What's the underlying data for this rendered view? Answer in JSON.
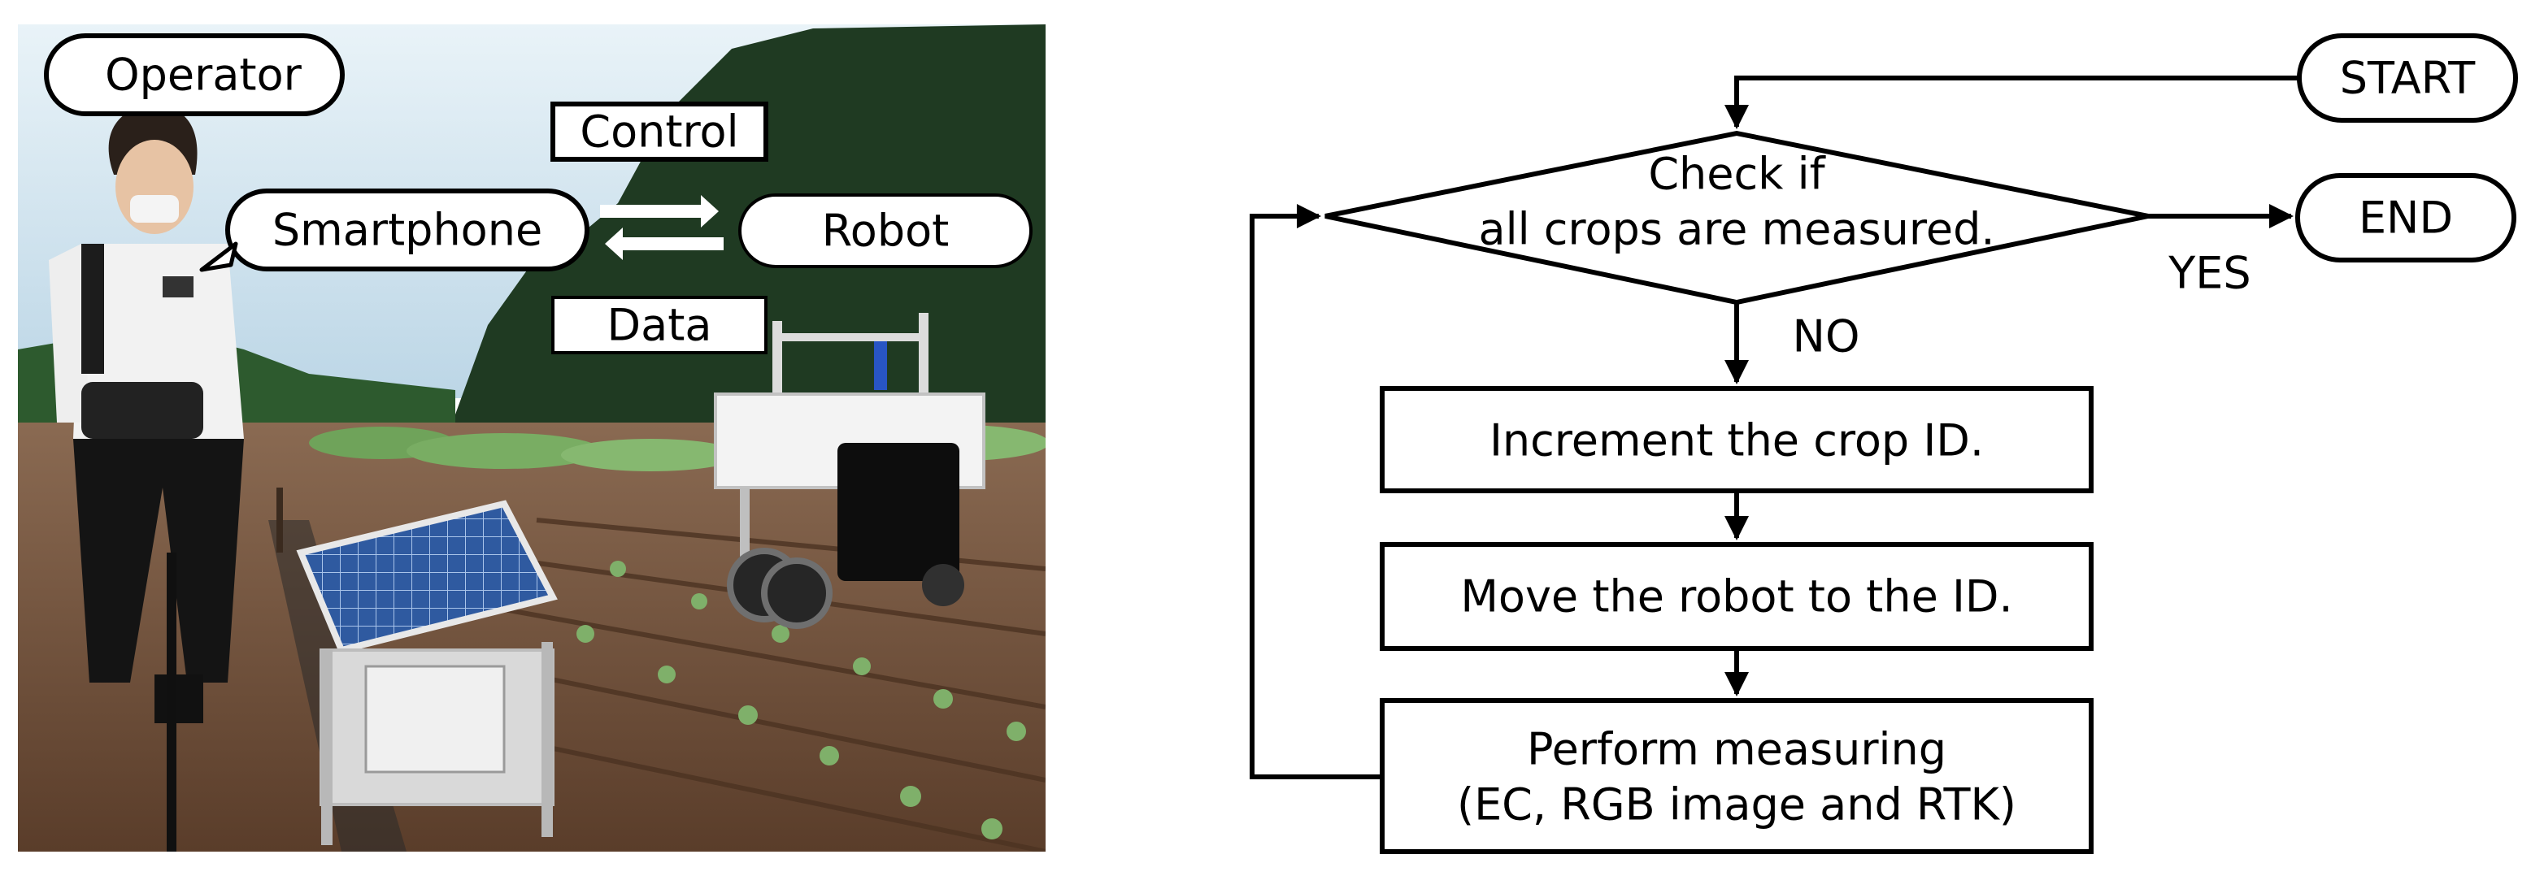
{
  "photo_panel": {
    "operator_label": "Operator",
    "control_label": "Control",
    "smartphone_label": "Smartphone",
    "robot_label": "Robot",
    "data_label": "Data"
  },
  "flowchart": {
    "start_label": "START",
    "end_label": "END",
    "decision_line1": "Check if",
    "decision_line2": "all crops are  measured.",
    "yes_label": "YES",
    "no_label": "NO",
    "step1_label": "Increment the crop ID.",
    "step2_label": "Move the robot to the ID.",
    "step3_line1": "Perform  measuring",
    "step3_line2": "(EC, RGB image and RTK)"
  },
  "colors": {
    "stroke": "#000000",
    "background": "#ffffff",
    "sky": "#cfe3ef",
    "trees": "#1f3a22",
    "soil": "#6a4a34",
    "crops": "#7fb06a"
  }
}
